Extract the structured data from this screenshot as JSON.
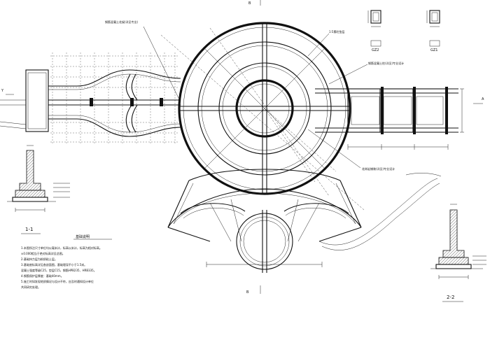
{
  "section_labels": {
    "left": "1-1",
    "right": "2-2"
  },
  "axis_labels": {
    "top": "B",
    "bottom": "B",
    "left": "Y",
    "right": "A"
  },
  "box_captions": {
    "left": "GZ2",
    "right": "GZ1"
  },
  "callouts": {
    "top_left": "钢筋混凝土花架(详见专业)",
    "top_center": "1:5素砼垫层",
    "upper_right": "钢筋混凝土柱(详见)专业设计",
    "lower_center": "花岗岩铺装(详见)专业设计"
  },
  "notes": {
    "title": "基础说明",
    "lines": [
      "1.本图所注尺寸单位均以毫米计，标高以米计，标高为相对标高。",
      "  ±0.000相当于绝对标高详见总图。",
      "2.基础持力层为粉质粘土层。",
      "3.基础底标高详见各剖面图，基础埋深不小于1.5米。",
      "  混凝土强度等级C25，垫层C15，钢筋HPB235、HRB335。",
      "4.钢筋保护层厚度：基础40mm。",
      "5.施工时如发现地质情况与设计不符，应及时通知设计单位",
      "  共同研究处理。"
    ]
  }
}
